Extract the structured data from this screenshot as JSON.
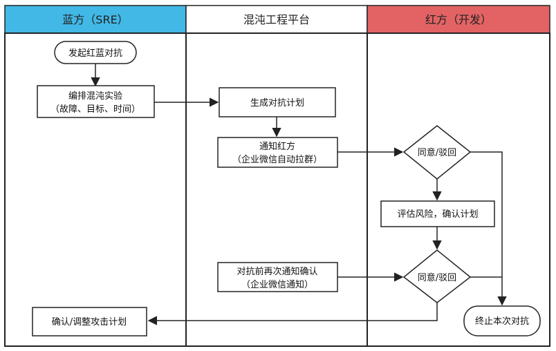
{
  "lanes": [
    {
      "id": "blue",
      "title": "蓝方（SRE）",
      "header_color": "#41b8e6"
    },
    {
      "id": "platform",
      "title": "混沌工程平台",
      "header_color": "#ffffff"
    },
    {
      "id": "red",
      "title": "红方（开发）",
      "header_color": "#e36364"
    }
  ],
  "nodes": {
    "start": {
      "lines": [
        "发起红蓝对抗"
      ],
      "shape": "rounded"
    },
    "design": {
      "lines": [
        "编排混沌实验",
        "（故障、目标、时间）"
      ],
      "shape": "rect"
    },
    "plan": {
      "lines": [
        "生成对抗计划"
      ],
      "shape": "rect"
    },
    "notify_red": {
      "lines": [
        "通知红方",
        "（企业微信自动拉群）"
      ],
      "shape": "rect"
    },
    "decide1": {
      "lines": [
        "同意/驳回"
      ],
      "shape": "diamond"
    },
    "assess": {
      "lines": [
        "评估风险，确认计划"
      ],
      "shape": "rect"
    },
    "notify_confirm": {
      "lines": [
        "对抗前再次通知确认",
        "（企业微信通知）"
      ],
      "shape": "rect"
    },
    "decide2": {
      "lines": [
        "同意/驳回"
      ],
      "shape": "diamond"
    },
    "adjust": {
      "lines": [
        "确认/调整攻击计划"
      ],
      "shape": "rect"
    },
    "end": {
      "lines": [
        "终止本次对抗"
      ],
      "shape": "rounded"
    }
  },
  "edges": [
    {
      "from": "start",
      "to": "design"
    },
    {
      "from": "design",
      "to": "plan"
    },
    {
      "from": "plan",
      "to": "notify_red"
    },
    {
      "from": "notify_red",
      "to": "decide1"
    },
    {
      "from": "decide1",
      "to": "assess"
    },
    {
      "from": "decide1",
      "to": "end"
    },
    {
      "from": "assess",
      "to": "decide2"
    },
    {
      "from": "notify_confirm",
      "to": "decide2"
    },
    {
      "from": "decide2",
      "to": "end"
    },
    {
      "from": "decide2",
      "to": "adjust"
    }
  ]
}
